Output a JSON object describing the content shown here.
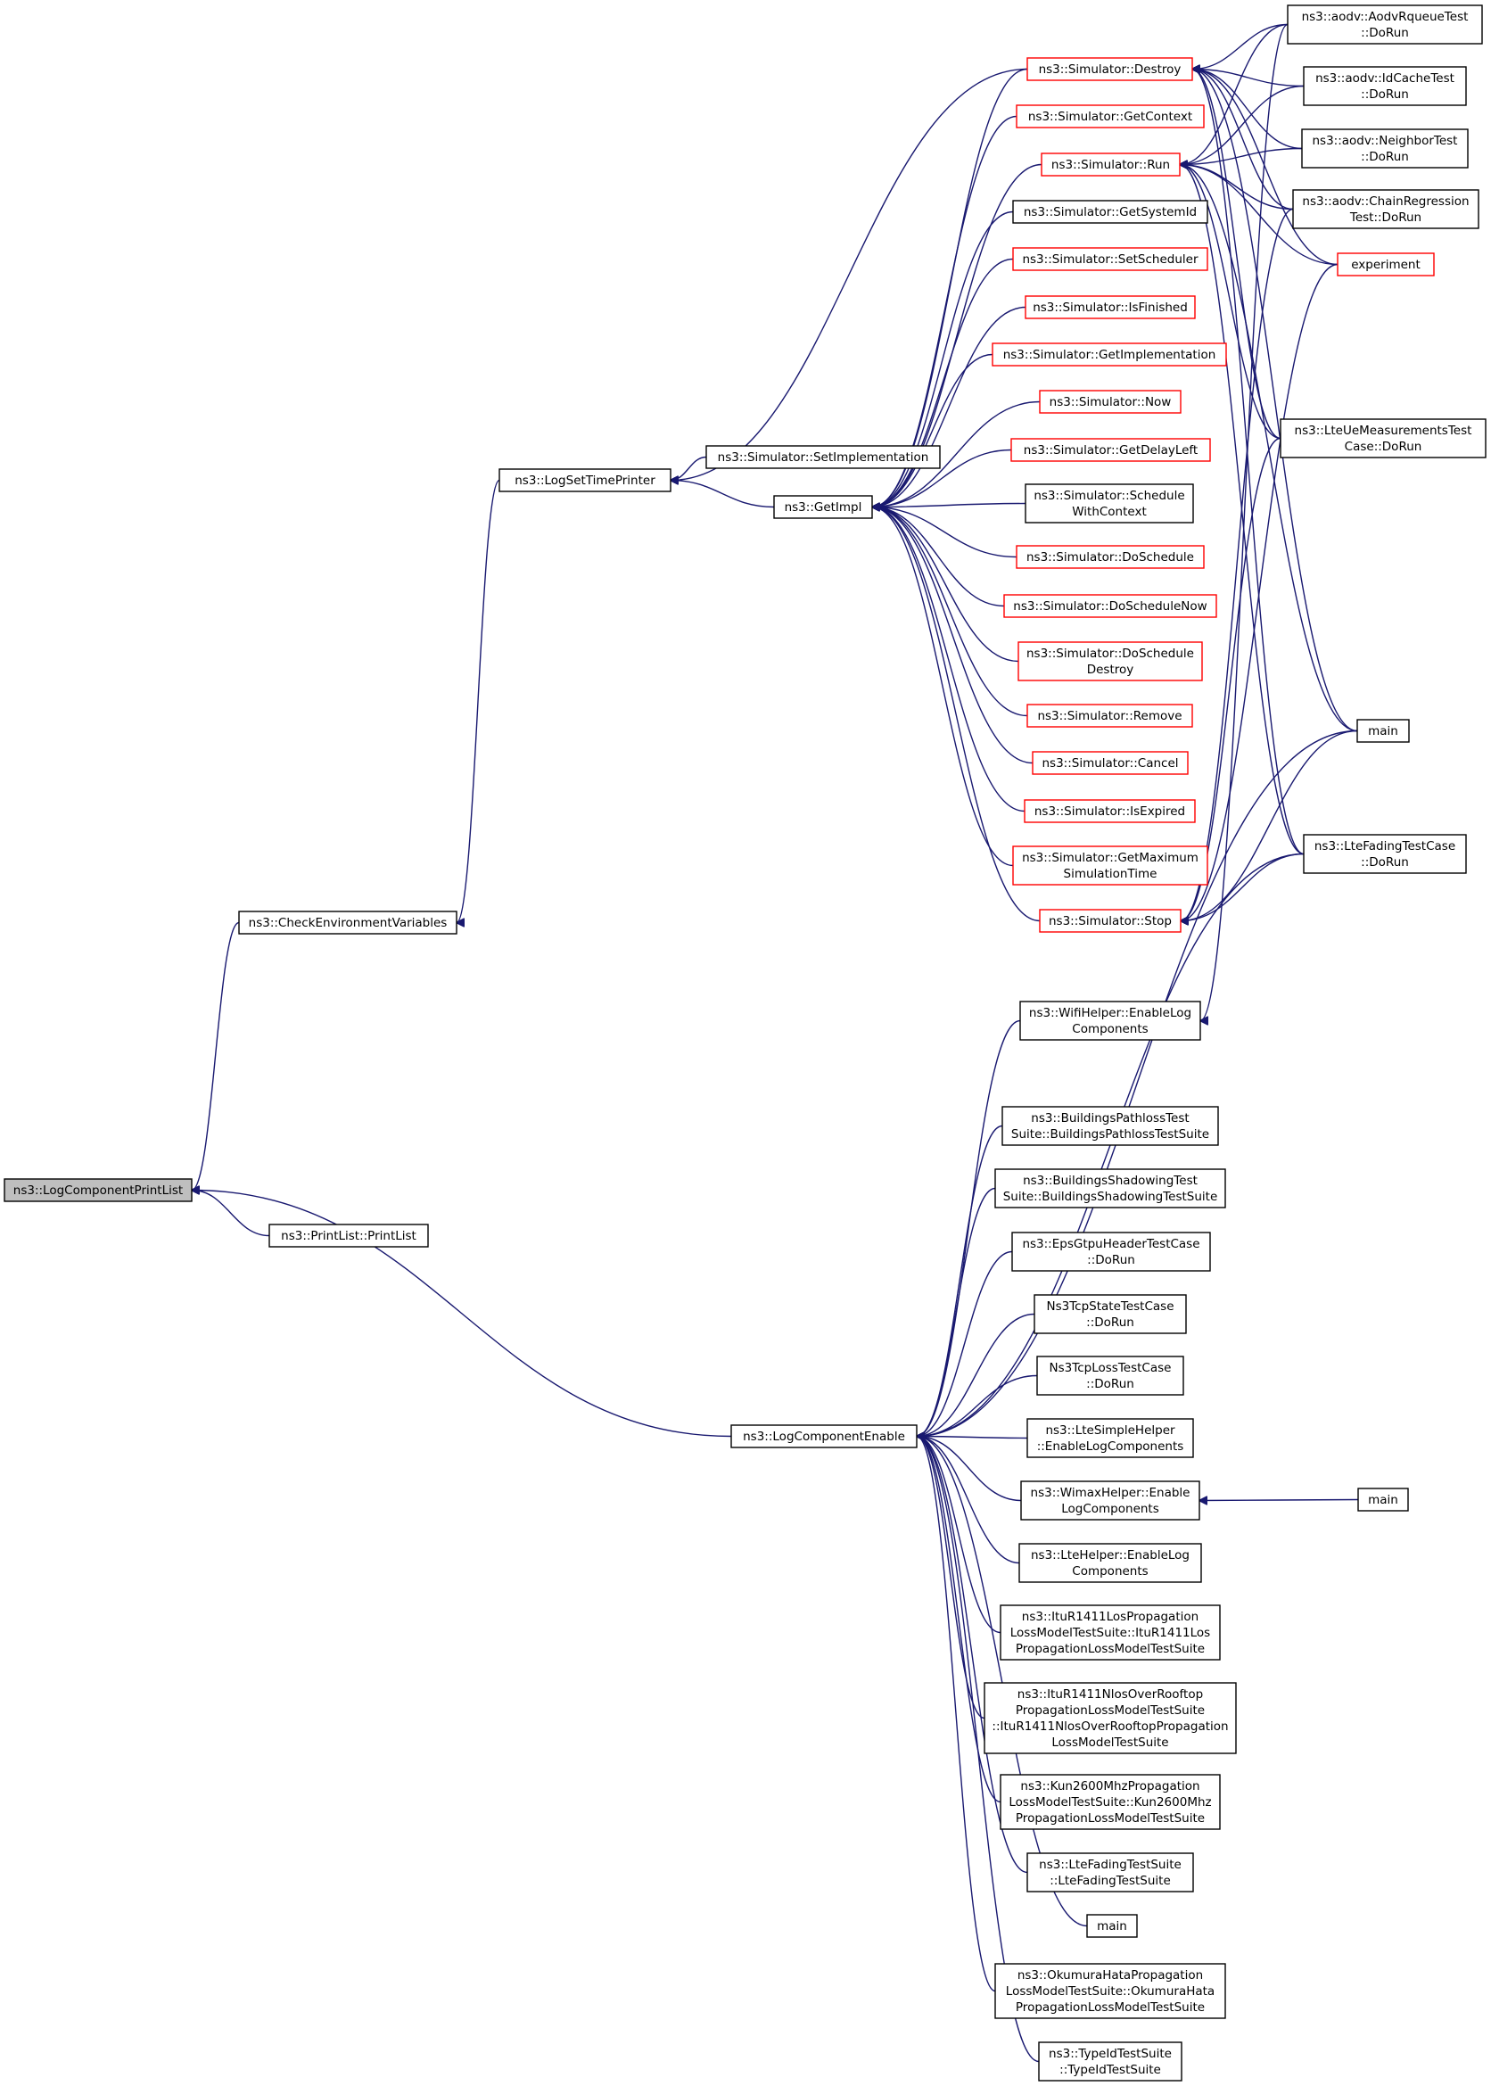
{
  "colors": {
    "edge": "#191970",
    "documented_border": "#000000",
    "undocumented_border": "#ff0000",
    "root_fill": "#bfbfbf",
    "fill": "#ffffff"
  },
  "nodes": [
    {
      "id": "root",
      "lines": [
        "ns3::LogComponentPrintList"
      ],
      "style": "root"
    },
    {
      "id": "printlist",
      "lines": [
        "ns3::PrintList::PrintList"
      ],
      "style": "black"
    },
    {
      "id": "checkenv",
      "lines": [
        "ns3::CheckEnvironmentVariables"
      ],
      "style": "black"
    },
    {
      "id": "logsettp",
      "lines": [
        "ns3::LogSetTimePrinter"
      ],
      "style": "black"
    },
    {
      "id": "setimpl",
      "lines": [
        "ns3::Simulator::SetImplementation"
      ],
      "style": "black"
    },
    {
      "id": "getimpl",
      "lines": [
        "ns3::GetImpl"
      ],
      "style": "black"
    },
    {
      "id": "destroy",
      "lines": [
        "ns3::Simulator::Destroy"
      ],
      "style": "red"
    },
    {
      "id": "getcontext",
      "lines": [
        "ns3::Simulator::GetContext"
      ],
      "style": "red"
    },
    {
      "id": "run",
      "lines": [
        "ns3::Simulator::Run"
      ],
      "style": "red"
    },
    {
      "id": "getsysid",
      "lines": [
        "ns3::Simulator::GetSystemId"
      ],
      "style": "black"
    },
    {
      "id": "setsched",
      "lines": [
        "ns3::Simulator::SetScheduler"
      ],
      "style": "red"
    },
    {
      "id": "isfinished",
      "lines": [
        "ns3::Simulator::IsFinished"
      ],
      "style": "red"
    },
    {
      "id": "getimplementation",
      "lines": [
        "ns3::Simulator::GetImplementation"
      ],
      "style": "red"
    },
    {
      "id": "now",
      "lines": [
        "ns3::Simulator::Now"
      ],
      "style": "red"
    },
    {
      "id": "getdelayleft",
      "lines": [
        "ns3::Simulator::GetDelayLeft"
      ],
      "style": "red"
    },
    {
      "id": "schedwithctx",
      "lines": [
        "ns3::Simulator::Schedule",
        "WithContext"
      ],
      "style": "black"
    },
    {
      "id": "doschedule",
      "lines": [
        "ns3::Simulator::DoSchedule"
      ],
      "style": "red"
    },
    {
      "id": "doschedulenow",
      "lines": [
        "ns3::Simulator::DoScheduleNow"
      ],
      "style": "red"
    },
    {
      "id": "doscheduledestroy",
      "lines": [
        "ns3::Simulator::DoSchedule",
        "Destroy"
      ],
      "style": "red"
    },
    {
      "id": "remove",
      "lines": [
        "ns3::Simulator::Remove"
      ],
      "style": "red"
    },
    {
      "id": "cancel",
      "lines": [
        "ns3::Simulator::Cancel"
      ],
      "style": "red"
    },
    {
      "id": "isexpired",
      "lines": [
        "ns3::Simulator::IsExpired"
      ],
      "style": "red"
    },
    {
      "id": "getmaxsim",
      "lines": [
        "ns3::Simulator::GetMaximum",
        "SimulationTime"
      ],
      "style": "red"
    },
    {
      "id": "stop",
      "lines": [
        "ns3::Simulator::Stop"
      ],
      "style": "red"
    },
    {
      "id": "aodvrq",
      "lines": [
        "ns3::aodv::AodvRqueueTest",
        "::DoRun"
      ],
      "style": "black"
    },
    {
      "id": "aodvidc",
      "lines": [
        "ns3::aodv::IdCacheTest",
        "::DoRun"
      ],
      "style": "black"
    },
    {
      "id": "aodvnb",
      "lines": [
        "ns3::aodv::NeighborTest",
        "::DoRun"
      ],
      "style": "black"
    },
    {
      "id": "aodvchain",
      "lines": [
        "ns3::aodv::ChainRegression",
        "Test::DoRun"
      ],
      "style": "black"
    },
    {
      "id": "experiment",
      "lines": [
        "experiment"
      ],
      "style": "red"
    },
    {
      "id": "lteuemeas",
      "lines": [
        "ns3::LteUeMeasurementsTest",
        "Case::DoRun"
      ],
      "style": "black"
    },
    {
      "id": "main1",
      "lines": [
        "main"
      ],
      "style": "black"
    },
    {
      "id": "ltefadingtc",
      "lines": [
        "ns3::LteFadingTestCase",
        "::DoRun"
      ],
      "style": "black"
    },
    {
      "id": "wifihelper",
      "lines": [
        "ns3::WifiHelper::EnableLog",
        "Components"
      ],
      "style": "black"
    },
    {
      "id": "logcompenable",
      "lines": [
        "ns3::LogComponentEnable"
      ],
      "style": "black"
    },
    {
      "id": "bldpath",
      "lines": [
        "ns3::BuildingsPathlossTest",
        "Suite::BuildingsPathlossTestSuite"
      ],
      "style": "black"
    },
    {
      "id": "bldshad",
      "lines": [
        "ns3::BuildingsShadowingTest",
        "Suite::BuildingsShadowingTestSuite"
      ],
      "style": "black"
    },
    {
      "id": "epsgtpu",
      "lines": [
        "ns3::EpsGtpuHeaderTestCase",
        "::DoRun"
      ],
      "style": "black"
    },
    {
      "id": "ns3tcpstate",
      "lines": [
        "Ns3TcpStateTestCase",
        "::DoRun"
      ],
      "style": "black"
    },
    {
      "id": "ns3tcploss",
      "lines": [
        "Ns3TcpLossTestCase",
        "::DoRun"
      ],
      "style": "black"
    },
    {
      "id": "ltesimple",
      "lines": [
        "ns3::LteSimpleHelper",
        "::EnableLogComponents"
      ],
      "style": "black"
    },
    {
      "id": "wimax",
      "lines": [
        "ns3::WimaxHelper::Enable",
        "LogComponents"
      ],
      "style": "black"
    },
    {
      "id": "main2",
      "lines": [
        "main"
      ],
      "style": "black"
    },
    {
      "id": "ltehelper",
      "lines": [
        "ns3::LteHelper::EnableLog",
        "Components"
      ],
      "style": "black"
    },
    {
      "id": "itulos",
      "lines": [
        "ns3::ItuR1411LosPropagation",
        "LossModelTestSuite::ItuR1411Los",
        "PropagationLossModelTestSuite"
      ],
      "style": "black"
    },
    {
      "id": "itunlos",
      "lines": [
        "ns3::ItuR1411NlosOverRooftop",
        "PropagationLossModelTestSuite",
        "::ItuR1411NlosOverRooftopPropagation",
        "LossModelTestSuite"
      ],
      "style": "black"
    },
    {
      "id": "kun",
      "lines": [
        "ns3::Kun2600MhzPropagation",
        "LossModelTestSuite::Kun2600Mhz",
        "PropagationLossModelTestSuite"
      ],
      "style": "black"
    },
    {
      "id": "ltefadingts",
      "lines": [
        "ns3::LteFadingTestSuite",
        "::LteFadingTestSuite"
      ],
      "style": "black"
    },
    {
      "id": "main3",
      "lines": [
        "main"
      ],
      "style": "black"
    },
    {
      "id": "okumura",
      "lines": [
        "ns3::OkumuraHataPropagation",
        "LossModelTestSuite::OkumuraHata",
        "PropagationLossModelTestSuite"
      ],
      "style": "black"
    },
    {
      "id": "typeid",
      "lines": [
        "ns3::TypeIdTestSuite",
        "::TypeIdTestSuite"
      ],
      "style": "black"
    }
  ],
  "edges": [
    [
      "printlist",
      "root"
    ],
    [
      "checkenv",
      "root"
    ],
    [
      "logcompenable",
      "root"
    ],
    [
      "logsettp",
      "checkenv"
    ],
    [
      "setimpl",
      "logsettp"
    ],
    [
      "getimpl",
      "logsettp"
    ],
    [
      "destroy",
      "logsettp"
    ],
    [
      "destroy",
      "getimpl"
    ],
    [
      "getcontext",
      "getimpl"
    ],
    [
      "run",
      "getimpl"
    ],
    [
      "getsysid",
      "getimpl"
    ],
    [
      "setsched",
      "getimpl"
    ],
    [
      "isfinished",
      "getimpl"
    ],
    [
      "getimplementation",
      "getimpl"
    ],
    [
      "now",
      "getimpl"
    ],
    [
      "getdelayleft",
      "getimpl"
    ],
    [
      "schedwithctx",
      "getimpl"
    ],
    [
      "doschedule",
      "getimpl"
    ],
    [
      "doschedulenow",
      "getimpl"
    ],
    [
      "doscheduledestroy",
      "getimpl"
    ],
    [
      "remove",
      "getimpl"
    ],
    [
      "cancel",
      "getimpl"
    ],
    [
      "isexpired",
      "getimpl"
    ],
    [
      "getmaxsim",
      "getimpl"
    ],
    [
      "stop",
      "getimpl"
    ],
    [
      "aodvrq",
      "destroy"
    ],
    [
      "aodvidc",
      "destroy"
    ],
    [
      "aodvnb",
      "destroy"
    ],
    [
      "aodvchain",
      "destroy"
    ],
    [
      "experiment",
      "destroy"
    ],
    [
      "lteuemeas",
      "destroy"
    ],
    [
      "main1",
      "destroy"
    ],
    [
      "ltefadingtc",
      "destroy"
    ],
    [
      "aodvrq",
      "run"
    ],
    [
      "aodvidc",
      "run"
    ],
    [
      "aodvnb",
      "run"
    ],
    [
      "aodvchain",
      "run"
    ],
    [
      "experiment",
      "run"
    ],
    [
      "lteuemeas",
      "run"
    ],
    [
      "main1",
      "run"
    ],
    [
      "ltefadingtc",
      "run"
    ],
    [
      "aodvchain",
      "stop"
    ],
    [
      "experiment",
      "stop"
    ],
    [
      "lteuemeas",
      "stop"
    ],
    [
      "main1",
      "stop"
    ],
    [
      "ltefadingtc",
      "stop"
    ],
    [
      "aodvrq",
      "wifihelper"
    ],
    [
      "wifihelper",
      "logcompenable"
    ],
    [
      "bldpath",
      "logcompenable"
    ],
    [
      "bldshad",
      "logcompenable"
    ],
    [
      "epsgtpu",
      "logcompenable"
    ],
    [
      "ns3tcpstate",
      "logcompenable"
    ],
    [
      "ns3tcploss",
      "logcompenable"
    ],
    [
      "ltesimple",
      "logcompenable"
    ],
    [
      "wimax",
      "logcompenable"
    ],
    [
      "ltehelper",
      "logcompenable"
    ],
    [
      "itulos",
      "logcompenable"
    ],
    [
      "itunlos",
      "logcompenable"
    ],
    [
      "kun",
      "logcompenable"
    ],
    [
      "ltefadingts",
      "logcompenable"
    ],
    [
      "main3",
      "logcompenable"
    ],
    [
      "okumura",
      "logcompenable"
    ],
    [
      "typeid",
      "logcompenable"
    ],
    [
      "main1",
      "logcompenable"
    ],
    [
      "ltefadingtc",
      "logcompenable"
    ],
    [
      "main2",
      "wimax"
    ]
  ]
}
